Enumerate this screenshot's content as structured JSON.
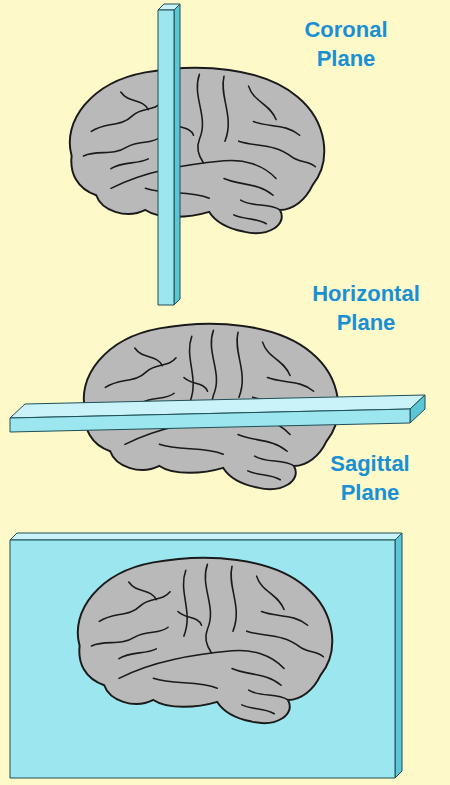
{
  "diagram": {
    "labels": [
      "Coronal Plane",
      "Horizontal Plane",
      "Sagittal Plane"
    ]
  }
}
